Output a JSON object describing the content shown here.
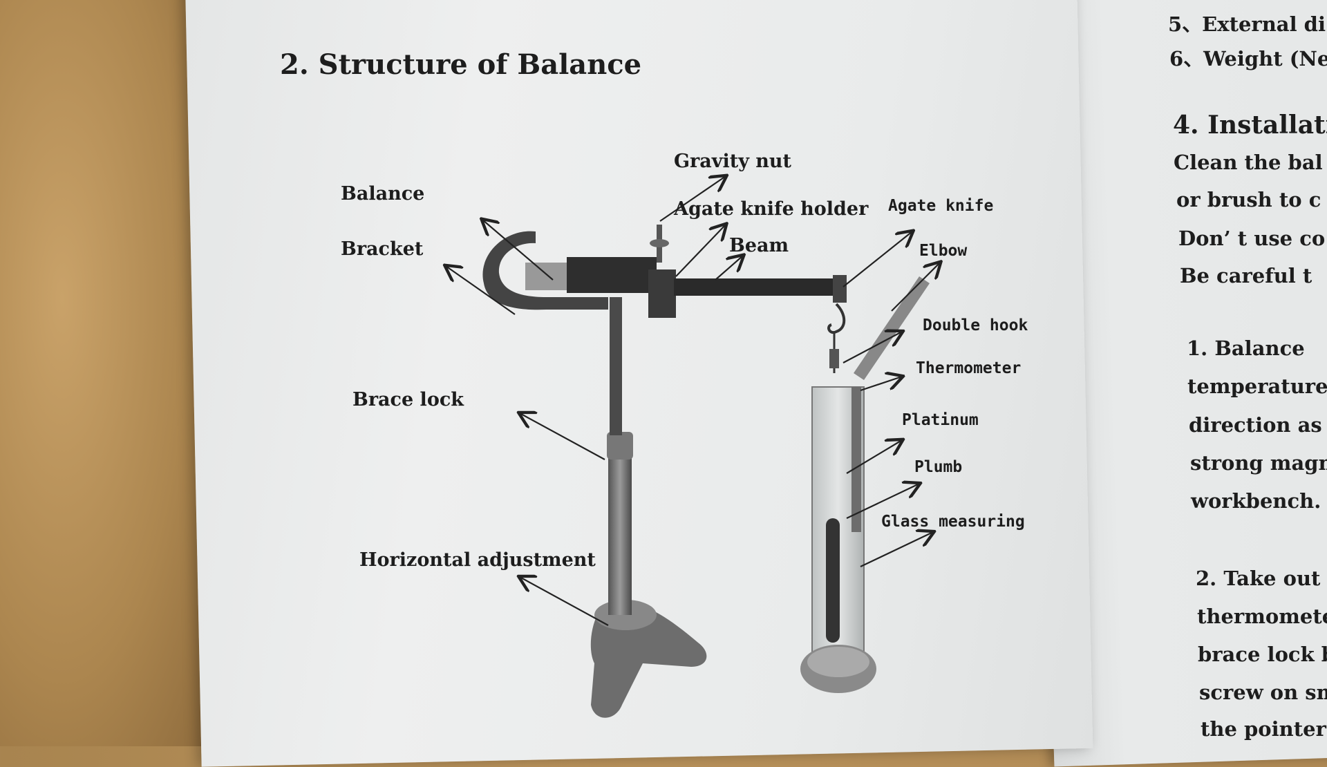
{
  "title": "2. Structure of Balance",
  "left_labels": {
    "balance": "Balance",
    "bracket": "Bracket",
    "brace_lock": "Brace lock",
    "horizontal_adjustment": "Horizontal adjustment"
  },
  "right_labels": {
    "gravity_nut": "Gravity nut",
    "agate_knife_holder": "Agate knife holder",
    "beam": "Beam",
    "agate_knife": "Agate knife",
    "elbow": "Elbow",
    "double_hook": "Double hook",
    "thermometer": "Thermometer",
    "platinum": "Platinum",
    "plumb": "Plumb",
    "glass_measuring": "Glass measuring"
  },
  "right_page": {
    "lines": [
      "5、External di",
      "6、Weight (Ne",
      "4. Installati",
      "Clean the bal",
      "or brush to c",
      "Don’ t use co",
      "Be careful t",
      "1.  Balance",
      "temperature",
      "direction as",
      "strong magne",
      "workbench.",
      "2. Take out",
      "thermometer",
      "brace lock b",
      "screw on sm",
      "the pointer"
    ]
  }
}
